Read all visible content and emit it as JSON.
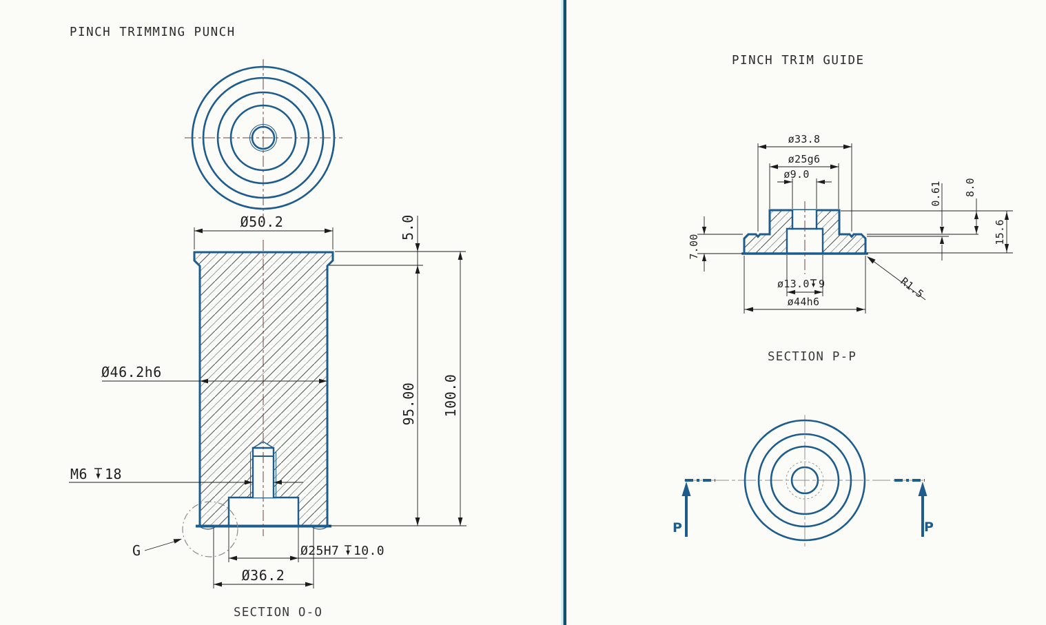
{
  "colors": {
    "outline_blue": "#1d5c8c",
    "divider_blue": "#134e70",
    "dimension_dark": "#1c1c1c",
    "centerline_maroon": "#6d4040"
  },
  "left_view": {
    "title": "PINCH TRIMMING PUNCH",
    "section_label": "SECTION O-O",
    "detail_label": "G",
    "dims": {
      "head_diameter": "Ø50.2",
      "head_height": "5.0",
      "body_diameter": "Ø46.2h6",
      "body_length": "95.00",
      "overall_length": "100.0",
      "thread_spec": "M6",
      "thread_depth": "18",
      "bore_spec": "Ø25H7",
      "bore_depth": "10.0",
      "recess_diameter": "Ø36.2"
    }
  },
  "right_view": {
    "title": "PINCH TRIM GUIDE",
    "section_label": "SECTION P-P",
    "cutting_plane_label_left": "P",
    "cutting_plane_label_right": "P",
    "dims": {
      "rim_diameter": "ø33.8",
      "boss_diameter": "ø25g6",
      "hole_diameter": "ø9.0",
      "step_depth": "0.61",
      "boss_height": "8.0",
      "overall_height": "15.6",
      "flange_thickness": "7.00",
      "counterbore_diameter": "ø13.0",
      "counterbore_depth": "9",
      "flange_diameter": "ø44h6",
      "corner_radius": "R1.5"
    }
  }
}
